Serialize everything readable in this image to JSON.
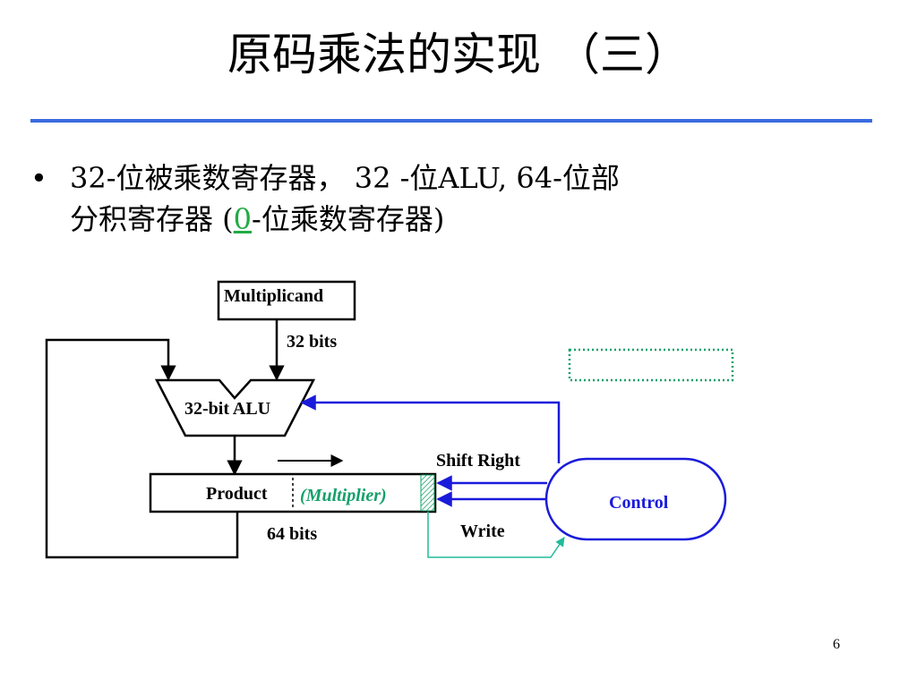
{
  "slide": {
    "title": "原码乘法的实现 （三）",
    "bullet_marker": "•",
    "bullet_line1": "32-位被乘数寄存器， 32 -位ALU, 64-位部",
    "bullet_line2_prefix": "分积寄存器  (",
    "bullet_highlight": "0",
    "bullet_line2_suffix": "-位乘数寄存器)",
    "page_number": "6"
  },
  "diagram": {
    "multiplicand_label": "Multiplicand",
    "multiplicand_width": "32 bits",
    "alu_label": "32-bit ALU",
    "product_label": "Product",
    "multiplier_label": "(Multiplier)",
    "product_width": "64 bits",
    "shift_right_label": "Shift Right",
    "write_label": "Write",
    "control_label": "Control",
    "colors": {
      "rule": "#3a6be0",
      "control": "#1a1adb",
      "multiplier_text": "#15a06a",
      "write_line": "#22bb99",
      "highlight_zero": "#22aa44"
    }
  }
}
